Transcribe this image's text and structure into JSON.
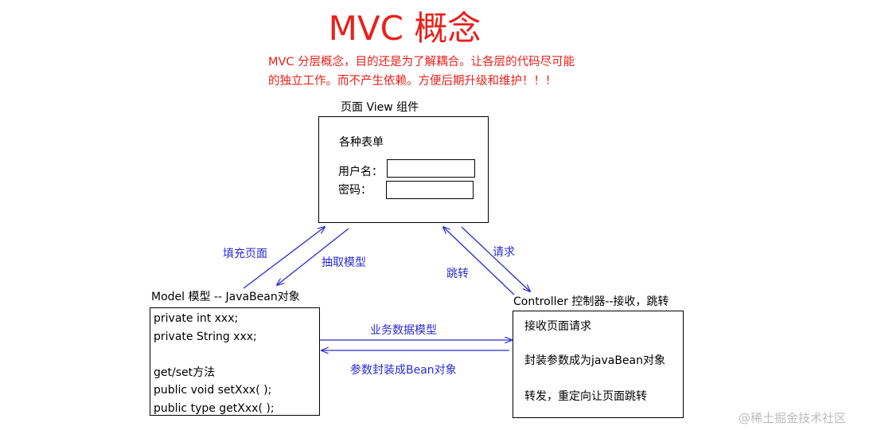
{
  "title": "MVC 概念",
  "description": [
    "MVC 分层概念，目的还是为了解耦合。让各层的代码尽可能",
    "的独立工作。而不产生依赖。方便后期升级和维护！！！"
  ],
  "view": {
    "heading": "页面 View  组件",
    "form_title": "各种表单",
    "username_label": "用户名：",
    "password_label": "密码："
  },
  "model": {
    "heading": "Model 模型 -- JavaBean对象",
    "lines": [
      "private int xxx;",
      "private String xxx;",
      "",
      "get/set方法",
      "public void setXxx(  );",
      "public type getXxx(  );"
    ]
  },
  "controller": {
    "heading": "Controller 控制器--接收，跳转",
    "lines": [
      "接收页面请求",
      "封装参数成为javaBean对象",
      "转发，重定向让页面跳转"
    ]
  },
  "arrows": {
    "fill_page": "填充页面",
    "extract_model": "抽取模型",
    "jump": "跳转",
    "request": "请求",
    "business_model": "业务数据模型",
    "wrap_params": "参数封装成Bean对象"
  },
  "watermark": "@稀土掘金技术社区",
  "colors": {
    "title": "#e8201b",
    "arrow": "#2b2bd0"
  }
}
